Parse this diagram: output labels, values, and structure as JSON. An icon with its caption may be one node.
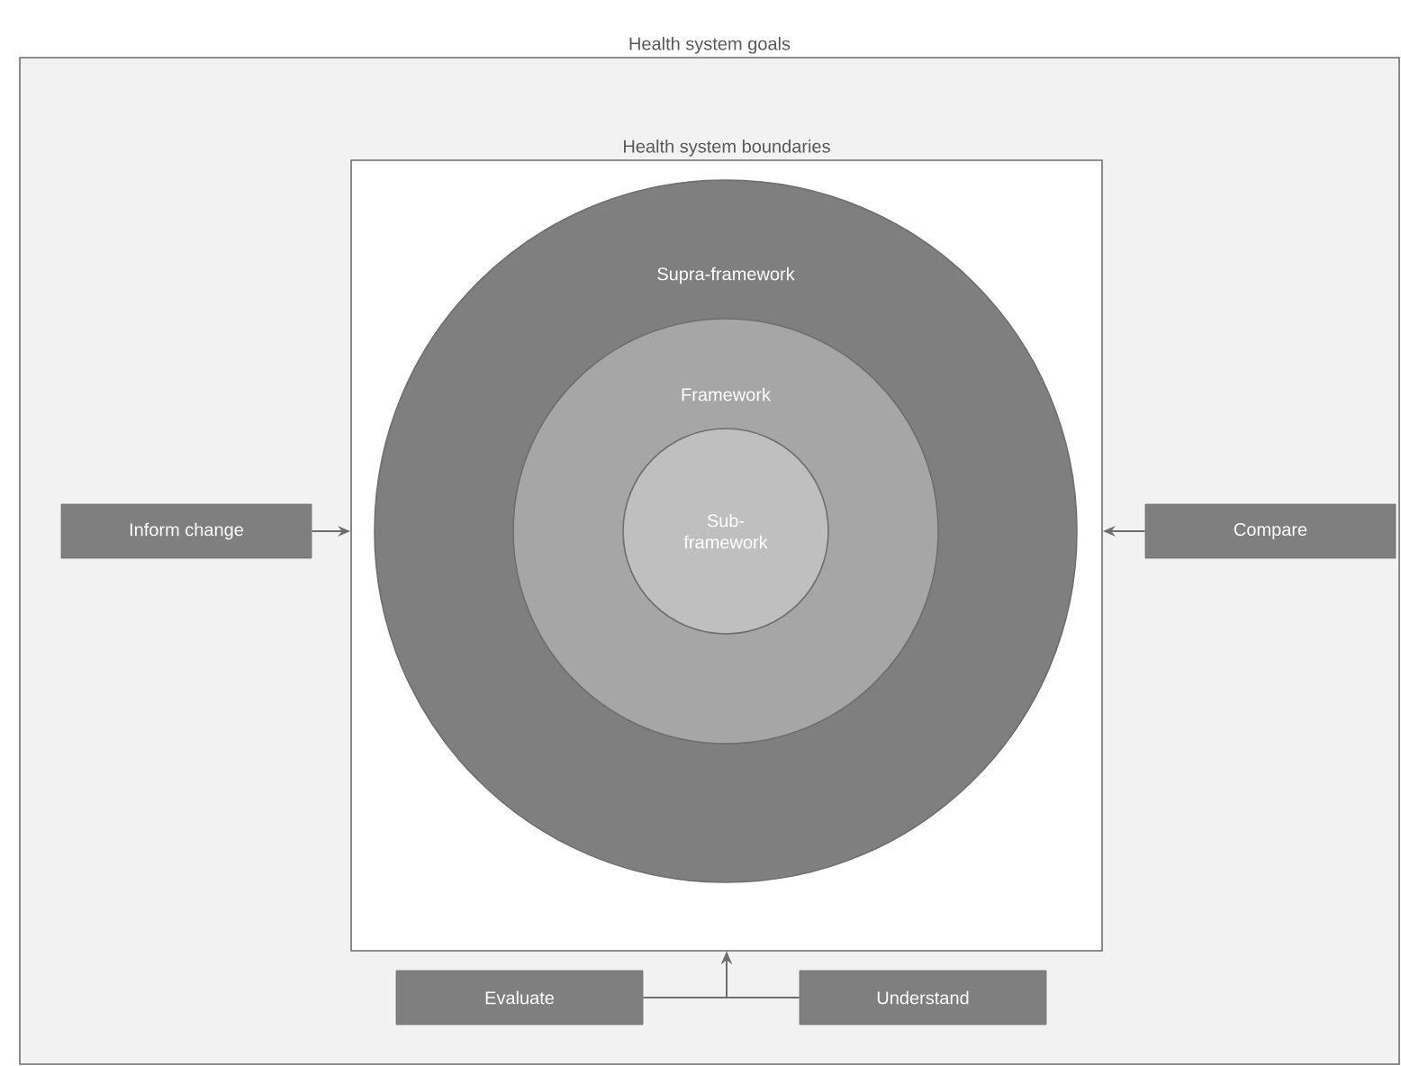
{
  "diagram": {
    "nodes": [
      {
        "text": [
          "Health system goals"
        ]
      },
      {
        "text": [
          "Health system boundaries"
        ],
        "in": 0
      },
      {
        "text": [
          "Supra-framework"
        ],
        "in": 1
      },
      {
        "text": [
          "Framework"
        ],
        "in": 2
      },
      {
        "text": [
          "Sub-framework"
        ],
        "in": 3
      },
      {
        "text": [
          "Inform change"
        ],
        "in": 0
      },
      {
        "text": [
          "Compare"
        ],
        "in": 0
      },
      {
        "text": [
          "Evaluate"
        ],
        "in": 0
      },
      {
        "text": [
          "Understand"
        ],
        "in": 0
      }
    ],
    "edges": [
      {
        "from": 5,
        "to": 1,
        "arrow": "to"
      },
      {
        "from": 6,
        "to": 1,
        "arrow": "to"
      },
      {
        "from": 7,
        "to": 1,
        "arrow": "to"
      },
      {
        "from": 8,
        "to": 1,
        "arrow": "to"
      }
    ]
  }
}
